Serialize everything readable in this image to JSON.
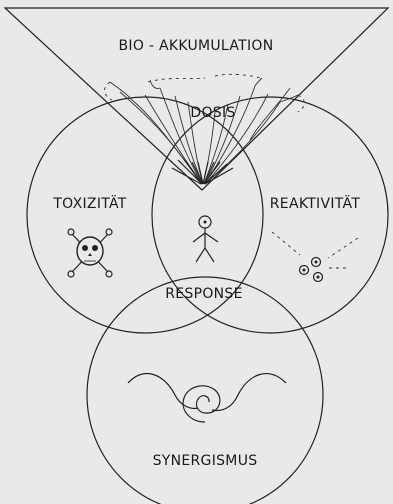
{
  "diagram": {
    "labels": {
      "top": "BIO - AKKUMULATION",
      "center_top": "DOSIS",
      "left": "TOXIZITÄT",
      "right": "REAKTIVITÄT",
      "middle": "RESPONSE",
      "bottom": "SYNERGISMUS"
    },
    "icons": {
      "left": "skull-crossbones-icon",
      "center": "stick-figure-icon",
      "right": "particles-icon",
      "bottom": "spiral-icon"
    },
    "colors": {
      "background": "#e9e9e7",
      "ink": "#1a1a1a"
    }
  }
}
